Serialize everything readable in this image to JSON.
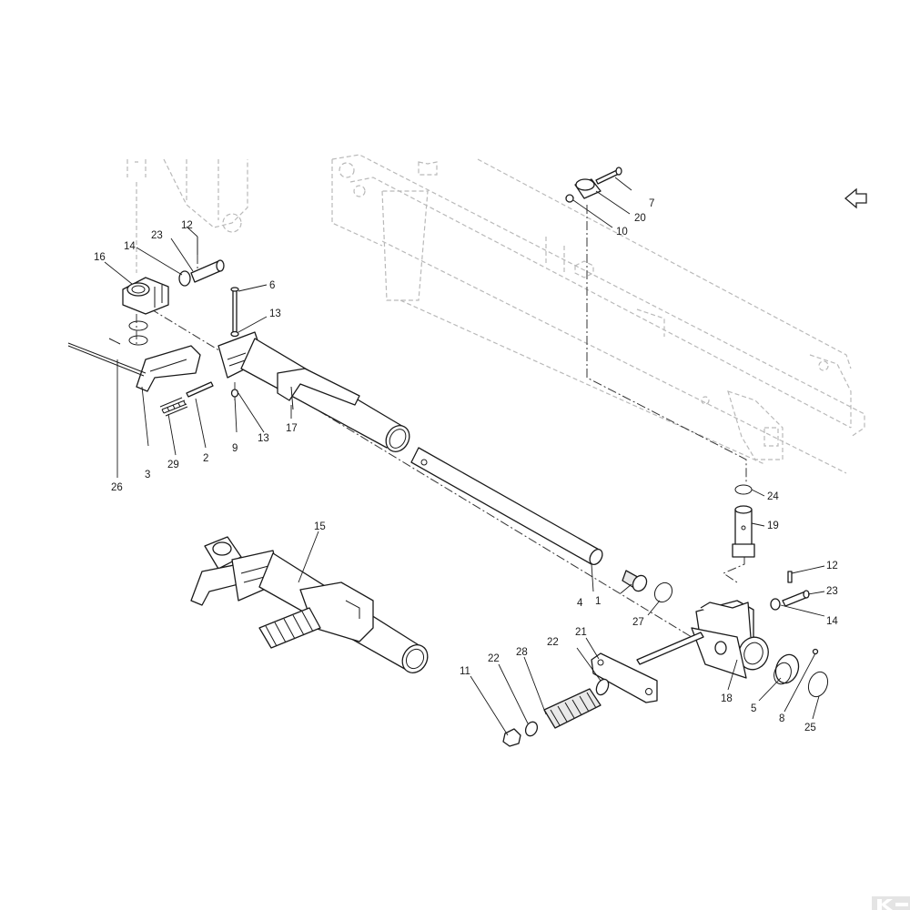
{
  "diagram": {
    "callouts": [
      {
        "id": "c1",
        "text": "1"
      },
      {
        "id": "c2",
        "text": "2"
      },
      {
        "id": "c3",
        "text": "3"
      },
      {
        "id": "c4",
        "text": "4"
      },
      {
        "id": "c5",
        "text": "5"
      },
      {
        "id": "c6",
        "text": "6"
      },
      {
        "id": "c7",
        "text": "7"
      },
      {
        "id": "c8",
        "text": "8"
      },
      {
        "id": "c9",
        "text": "9"
      },
      {
        "id": "c10",
        "text": "10"
      },
      {
        "id": "c11",
        "text": "11"
      },
      {
        "id": "c12a",
        "text": "12"
      },
      {
        "id": "c12b",
        "text": "12"
      },
      {
        "id": "c13a",
        "text": "13"
      },
      {
        "id": "c13b",
        "text": "13"
      },
      {
        "id": "c14a",
        "text": "14"
      },
      {
        "id": "c14b",
        "text": "14"
      },
      {
        "id": "c15",
        "text": "15"
      },
      {
        "id": "c16",
        "text": "16"
      },
      {
        "id": "c17",
        "text": "17"
      },
      {
        "id": "c18",
        "text": "18"
      },
      {
        "id": "c19",
        "text": "19"
      },
      {
        "id": "c20",
        "text": "20"
      },
      {
        "id": "c21",
        "text": "21"
      },
      {
        "id": "c22a",
        "text": "22"
      },
      {
        "id": "c22b",
        "text": "22"
      },
      {
        "id": "c23a",
        "text": "23"
      },
      {
        "id": "c23b",
        "text": "23"
      },
      {
        "id": "c24",
        "text": "24"
      },
      {
        "id": "c25",
        "text": "25"
      },
      {
        "id": "c26",
        "text": "26"
      },
      {
        "id": "c27",
        "text": "27"
      },
      {
        "id": "c28",
        "text": "28"
      },
      {
        "id": "c29",
        "text": "29"
      }
    ],
    "nav_icon": "arrow-left-outline-icon",
    "logo_icon": "brand-k-logo-icon"
  }
}
